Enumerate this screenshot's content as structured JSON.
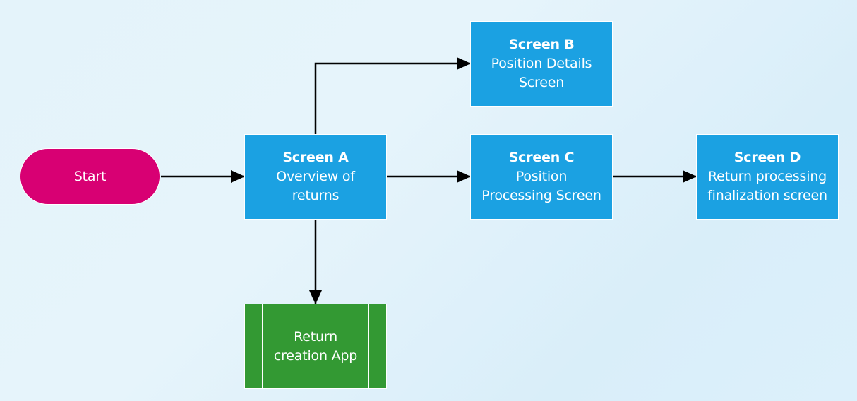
{
  "diagram": {
    "start": {
      "label": "Start"
    },
    "screen_a": {
      "title": "Screen A",
      "subtitle_line1": "Overview of",
      "subtitle_line2": "returns"
    },
    "screen_b": {
      "title": "Screen B",
      "subtitle_line1": "Position Details",
      "subtitle_line2": "Screen"
    },
    "screen_c": {
      "title": "Screen C",
      "subtitle_line1": "Position",
      "subtitle_line2": "Processing Screen"
    },
    "screen_d": {
      "title": "Screen D",
      "subtitle_line1": "Return processing",
      "subtitle_line2": "finalization screen"
    },
    "app": {
      "label_line1": "Return",
      "label_line2": "creation App"
    },
    "edges": [
      {
        "from": "Start",
        "to": "Screen A"
      },
      {
        "from": "Screen A",
        "to": "Screen B"
      },
      {
        "from": "Screen A",
        "to": "Screen C"
      },
      {
        "from": "Screen C",
        "to": "Screen D"
      },
      {
        "from": "Screen A",
        "to": "Return creation App"
      }
    ],
    "colors": {
      "start": "#d80073",
      "screen": "#1ba1e2",
      "app": "#339933",
      "connector": "#000000",
      "background": "#e4f3fa"
    }
  }
}
